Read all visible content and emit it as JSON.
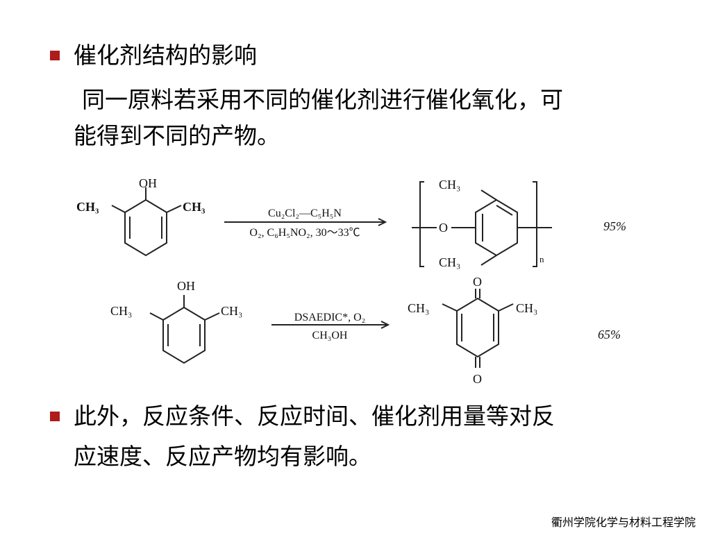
{
  "slide": {
    "bullet1": {
      "title": "催化剂结构的影响"
    },
    "paragraph1": {
      "line1": "同一原料若采用不同的催化剂进行催化氧化，可",
      "line2": "能得到不同的产物。"
    },
    "bullet2": {
      "line1": "此外，反应条件、反应时间、催化剂用量等对反",
      "line2": "应速度、反应产物均有影响。"
    },
    "footer": "衢州学院化学与材料工程学院"
  },
  "scheme": {
    "reaction1": {
      "reactant_oh": "OH",
      "reactant_ch3_left": "CH₃",
      "reactant_ch3_right": "CH₃",
      "condition_top": "Cu₂Cl₂—C₅H₅N",
      "condition_bottom": "O₂, C₆H₅NO₂, 30～33℃",
      "product_ch3_top": "CH₃",
      "product_ch3_bottom": "CH₃",
      "product_o": "O",
      "subscript_n": "n",
      "yield": "95%"
    },
    "reaction2": {
      "reactant_oh": "OH",
      "reactant_ch3_left": "CH₃",
      "reactant_ch3_right": "CH₃",
      "condition_top": "DSAEDIC*, O₂",
      "condition_bottom": "CH₃OH",
      "product_o_top": "O",
      "product_o_bottom": "O",
      "product_ch3_left": "CH₃",
      "product_ch3_right": "CH₃",
      "yield": "65%"
    }
  }
}
